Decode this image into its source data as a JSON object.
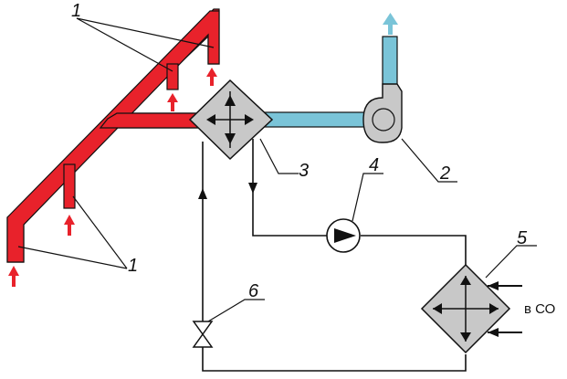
{
  "labels": {
    "exhaust_hoods": "1",
    "fan": "2",
    "recovery_exchanger": "3",
    "pump": "4",
    "heat_exchanger": "5",
    "valve": "6"
  },
  "connection_note": "в СО",
  "colors": {
    "exhaust_duct": "#e8222b",
    "exhaust_air": "#7ac4d8",
    "exchanger_fill": "#c8c8c8",
    "pipe": "#111111",
    "flow_arrow": "#e8222b",
    "outlet_arrow": "#7ac4d8"
  }
}
